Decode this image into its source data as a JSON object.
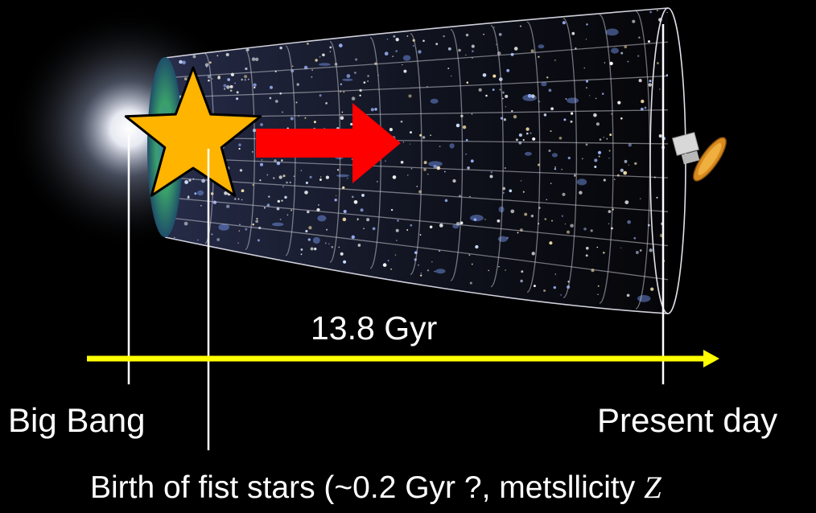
{
  "labels": {
    "big_bang": "Big Bang",
    "present_day": "Present day",
    "duration": "13.8 Gyr",
    "first_stars_prefix": "Birth of fist stars (~0.2 Gyr ?, metsllicity ",
    "first_stars_var": "Z"
  },
  "colors": {
    "background": "#000000",
    "timeline_arrow": "#ffff00",
    "star_fill": "#ffb400",
    "star_outline": "#000000",
    "direction_arrow": "#ff0000",
    "marker_lines": "#ffffff",
    "grid": "#c8c8d2",
    "cmb": "#3aa06a"
  },
  "icons": [
    "star-icon",
    "right-arrow-icon",
    "satellite-icon",
    "big-bang-flash"
  ]
}
